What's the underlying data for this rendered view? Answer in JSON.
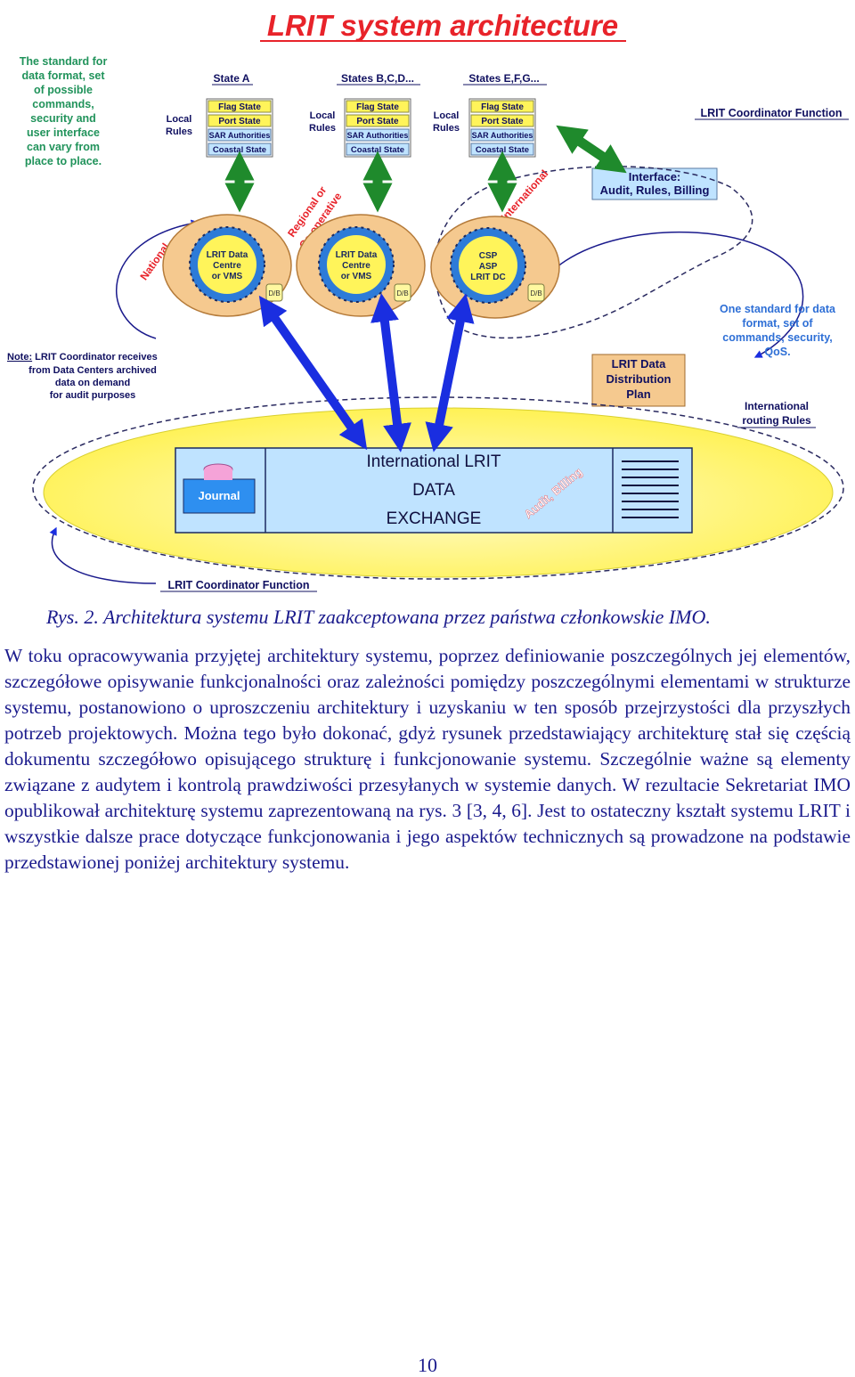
{
  "figure": {
    "title": "LRIT system architecture",
    "standard_note": [
      "The standard for",
      "data format, set",
      "of possible",
      "commands,",
      "security and",
      "user interface",
      "can vary from",
      "place to place."
    ],
    "state_headers": [
      "State A",
      "States B,C,D...",
      "States E,F,G..."
    ],
    "state_roles": [
      "Flag State",
      "Port State",
      "SAR Authorities",
      "Coastal State"
    ],
    "local_rules": [
      "Local",
      "Rules"
    ],
    "coordinator_top": "LRIT Coordinator Function",
    "interface_box": [
      "Interface:",
      "Audit, Rules, Billing"
    ],
    "scope_labels": {
      "national": "National",
      "regional": [
        "Regional or",
        "Co-operative"
      ],
      "international": "International"
    },
    "dc_labels": {
      "dc1": [
        "LRIT Data",
        "Centre",
        "or VMS"
      ],
      "dc2": [
        "LRIT Data",
        "Centre",
        "or VMS"
      ],
      "dc3": [
        "CSP",
        "ASP",
        "LRIT DC"
      ]
    },
    "db_label": "D/B",
    "right_note": [
      "One standard for data",
      "format, set of",
      "commands, security,",
      "QoS."
    ],
    "distribution_plan": [
      "LRIT Data",
      "Distribution",
      "Plan"
    ],
    "coordinator_note": {
      "head": "Note:",
      "lines": [
        "LRIT Coordinator receives",
        "from Data Centers archived",
        "data on demand",
        "for audit purposes"
      ]
    },
    "routing_rules": [
      "International",
      "routing Rules"
    ],
    "journal": "Journal",
    "exchange_lines": [
      "International LRIT",
      "DATA",
      "EXCHANGE"
    ],
    "audit_billing": "Audit, Billing",
    "coordinator_bottom": "LRIT Coordinator Function"
  },
  "caption": "Rys. 2. Architektura systemu LRIT zaakceptowana przez państwa członkowskie IMO.",
  "body_paragraph": "W toku opracowywania przyjętej architektury systemu, poprzez definiowanie poszczególnych jej elementów, szczegółowe opisywanie funkcjonalności oraz zależności pomiędzy poszczególnymi elementami w strukturze systemu, postanowiono o uproszczeniu architektury i uzyskaniu w ten sposób przejrzystości dla przyszłych potrzeb projektowych. Można tego było dokonać, gdyż rysunek przedstawiający architekturę stał się częścią dokumentu szczegółowo opisującego strukturę i funkcjonowanie systemu. Szczególnie ważne są elementy związane z audytem i kontrolą prawdziwości przesyłanych w systemie danych. W rezultacie Sekretariat IMO opublikował architekturę systemu zaprezentowaną na rys. 3 [3, 4, 6]. Jest to ostateczny kształt systemu LRIT i wszystkie dalsze prace dotyczące funkcjonowania i jego aspektów technicznych są prowadzone na podstawie przedstawionej poniżej architektury systemu.",
  "page_number": "10",
  "colors": {
    "title_red": "#e8232a",
    "blue_arrow": "#1a2ee0",
    "green_arrow": "#1f8a2c",
    "ellipse_yellow": "#fff45a",
    "dc_orange": "#f5c98f",
    "box_blue": "#2e6fd6",
    "text_navy": "#1a1a8c"
  }
}
